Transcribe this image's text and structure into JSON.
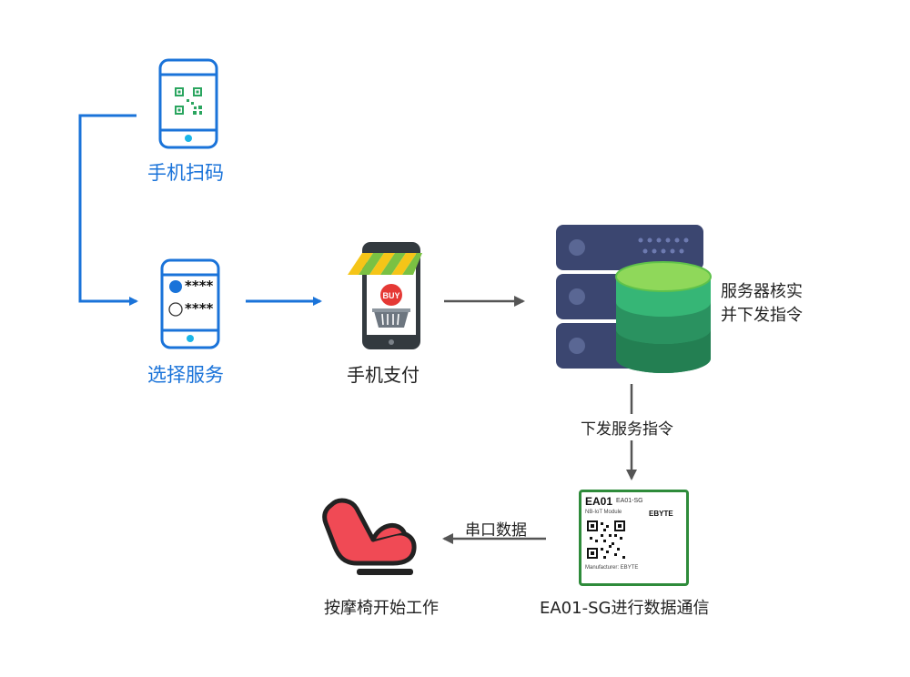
{
  "nodes": {
    "scan": {
      "label": "手机扫码"
    },
    "select": {
      "label": "选择服务",
      "options": [
        "****",
        "****"
      ]
    },
    "pay": {
      "label": "手机支付",
      "buy_text": "BUY"
    },
    "server": {
      "label_lines": [
        "服务器核实",
        "并下发指令"
      ]
    },
    "module": {
      "label": "EA01-SG进行数据通信",
      "chip_title": "EA01",
      "chip_model": "EA01-SG",
      "chip_sub": "NB-IoT Module",
      "chip_brand": "EBYTE",
      "chip_maker": "Manufacturer: EBYTE"
    },
    "chair": {
      "label": "按摩椅开始工作"
    }
  },
  "edges": {
    "server_to_module": "下发服务指令",
    "module_to_chair": "串口数据"
  },
  "colors": {
    "blue": "#1a73d9",
    "server_dark": "#3b4670",
    "db_green": "#2ea86a",
    "db_green_light": "#39c57a",
    "chair_red": "#f04a55",
    "arrow_gray": "#555555",
    "chip_green": "#2e8b3a"
  }
}
